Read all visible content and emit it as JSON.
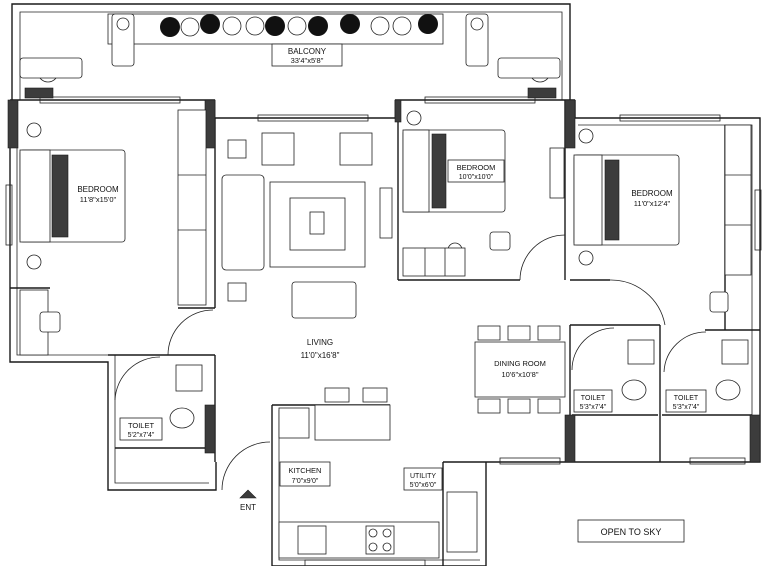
{
  "rooms": {
    "balcony": {
      "name": "BALCONY",
      "dims": "33'4\"x5'8\""
    },
    "bedroom_left": {
      "name": "BEDROOM",
      "dims": "11'8\"x15'0\""
    },
    "bedroom_middle": {
      "name": "BEDROOM",
      "dims": "10'0\"x10'0\""
    },
    "bedroom_right": {
      "name": "BEDROOM",
      "dims": "11'0\"x12'4\""
    },
    "living": {
      "name": "LIVING",
      "dims": "11'0\"x16'8\""
    },
    "dining": {
      "name": "DINING ROOM",
      "dims": "10'6\"x10'8\""
    },
    "toilet_left": {
      "name": "TOILET",
      "dims": "5'2\"x7'4\""
    },
    "toilet_mid": {
      "name": "TOILET",
      "dims": "5'3\"x7'4\""
    },
    "toilet_right": {
      "name": "TOILET",
      "dims": "5'3\"x7'4\""
    },
    "kitchen": {
      "name": "KITCHEN",
      "dims": "7'0\"x9'0\""
    },
    "utility": {
      "name": "UTILITY",
      "dims": "5'0\"x6'0\""
    }
  },
  "entrance": {
    "label": "ENT"
  },
  "open_to_sky": {
    "label": "OPEN TO SKY"
  }
}
